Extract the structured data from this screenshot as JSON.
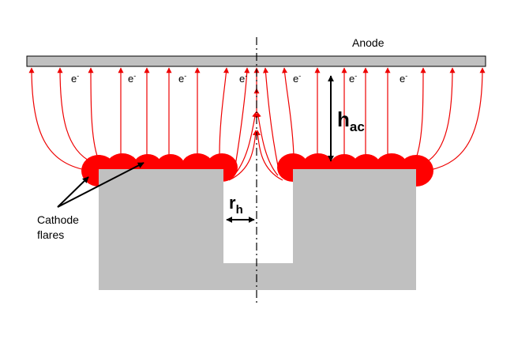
{
  "labels": {
    "anode": "Anode",
    "electron": "e",
    "electron_sup": "-",
    "h_main": "h",
    "h_sub": "ac",
    "r_main": "r",
    "r_sub": "h",
    "cathode_line1": "Cathode",
    "cathode_line2": "flares"
  },
  "colors": {
    "field_line": "#ee0000",
    "flare": "#ff0000",
    "cathode": "#c0c0c0",
    "anode": "#c0c0c0",
    "outline": "#000000"
  }
}
